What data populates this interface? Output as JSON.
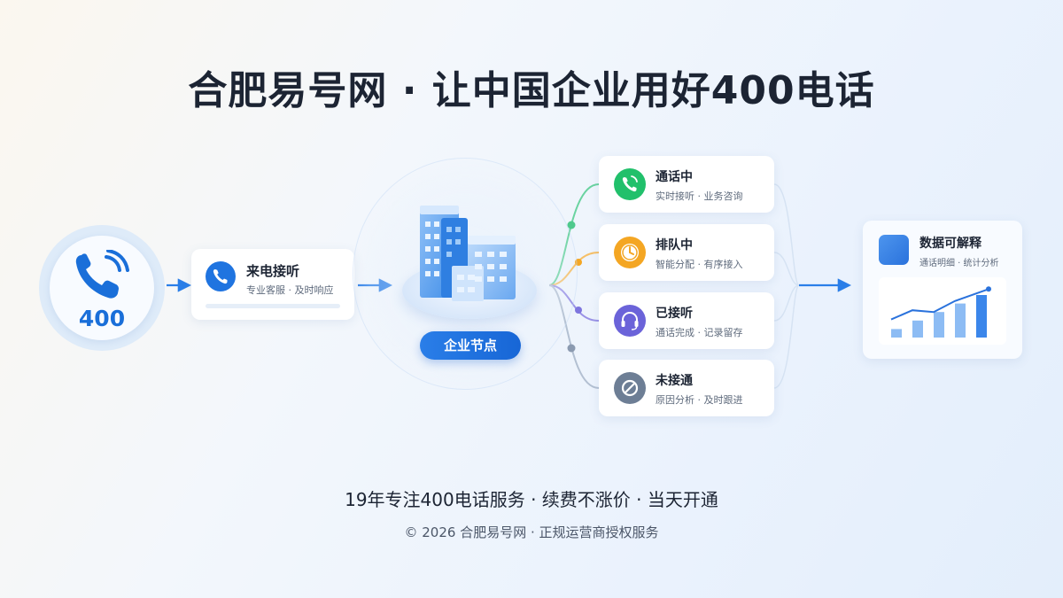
{
  "title": "合肥易号网 · 让中国企业用好400电话",
  "phone": {
    "number": "400",
    "icon": "phone-ringing-icon"
  },
  "incoming": {
    "title": "来电接听",
    "subtitle": "专业客服 · 及时响应",
    "icon": "phone-icon"
  },
  "node": {
    "label": "企业节点",
    "icon": "buildings-icon"
  },
  "statuses": [
    {
      "title": "通话中",
      "subtitle": "实时接听 · 业务咨询",
      "icon": "phone-call-icon",
      "color": "#21c06b"
    },
    {
      "title": "排队中",
      "subtitle": "智能分配 · 有序接入",
      "icon": "clock-icon",
      "color": "#f4a623"
    },
    {
      "title": "已接听",
      "subtitle": "通话完成 · 记录留存",
      "icon": "headset-icon",
      "color": "#6b63d9"
    },
    {
      "title": "未接通",
      "subtitle": "原因分析 · 及时跟进",
      "icon": "blocked-icon",
      "color": "#6d7e95"
    }
  ],
  "analytics": {
    "title": "数据可解释",
    "subtitle": "通话明细 · 统计分析",
    "icon": "bar-chart-icon",
    "bar_values": [
      1,
      2,
      3,
      4,
      5
    ],
    "trend_values": [
      1,
      2,
      1.8,
      3,
      4.3
    ]
  },
  "footer": {
    "tagline": "19年专注400电话服务 · 续费不涨价 · 当天开通",
    "copyright": "© 2026 合肥易号网 · 正规运营商授权服务"
  },
  "colors": {
    "primary": "#1f74e0",
    "title": "#1c2433"
  }
}
